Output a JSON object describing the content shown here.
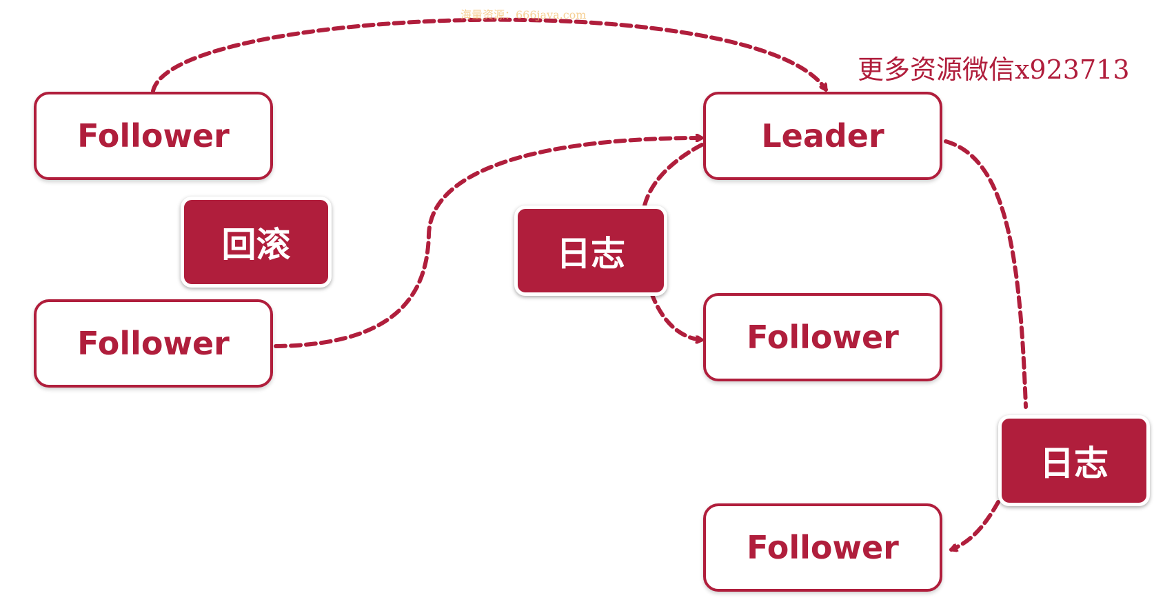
{
  "nodes": {
    "follower_top_left": "Follower",
    "follower_bottom_left": "Follower",
    "leader": "Leader",
    "follower_middle_right": "Follower",
    "follower_bottom_right": "Follower"
  },
  "tags": {
    "rollback": "回滚",
    "log_center": "日志",
    "log_right": "日志"
  },
  "watermarks": {
    "top": "海量资源：666java.com",
    "right": "更多资源微信x923713"
  },
  "colors": {
    "accent": "#b01e3c",
    "background": "#ffffff",
    "tag_text": "#ffffff",
    "watermark_top": "#f3c070"
  }
}
